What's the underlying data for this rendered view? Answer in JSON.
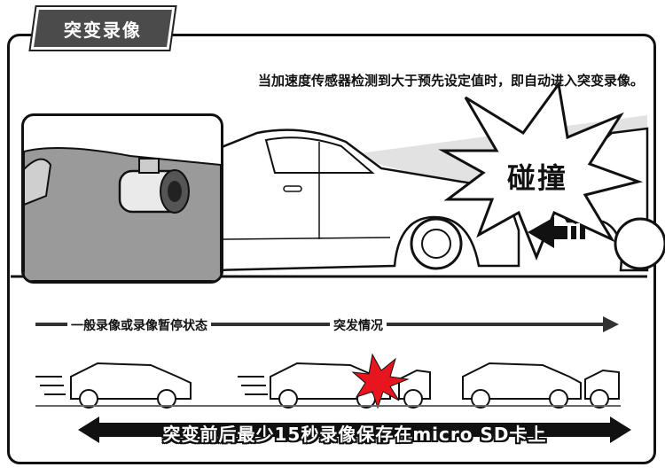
{
  "tab_title": "突变录像",
  "headline": "当加速度传感器检测到大于预先设定值时，即自动进入突变录像。",
  "crash_label": "碰撞",
  "timeline": {
    "normal_label": "一般录像或录像暂停状态",
    "emergency_label": "突发情况"
  },
  "banner": "突变前后最少15秒录像保存在micro  SD卡上",
  "colors": {
    "accent_red": "#e8141e",
    "dark": "#111111",
    "gray": "#8c8c8c"
  }
}
